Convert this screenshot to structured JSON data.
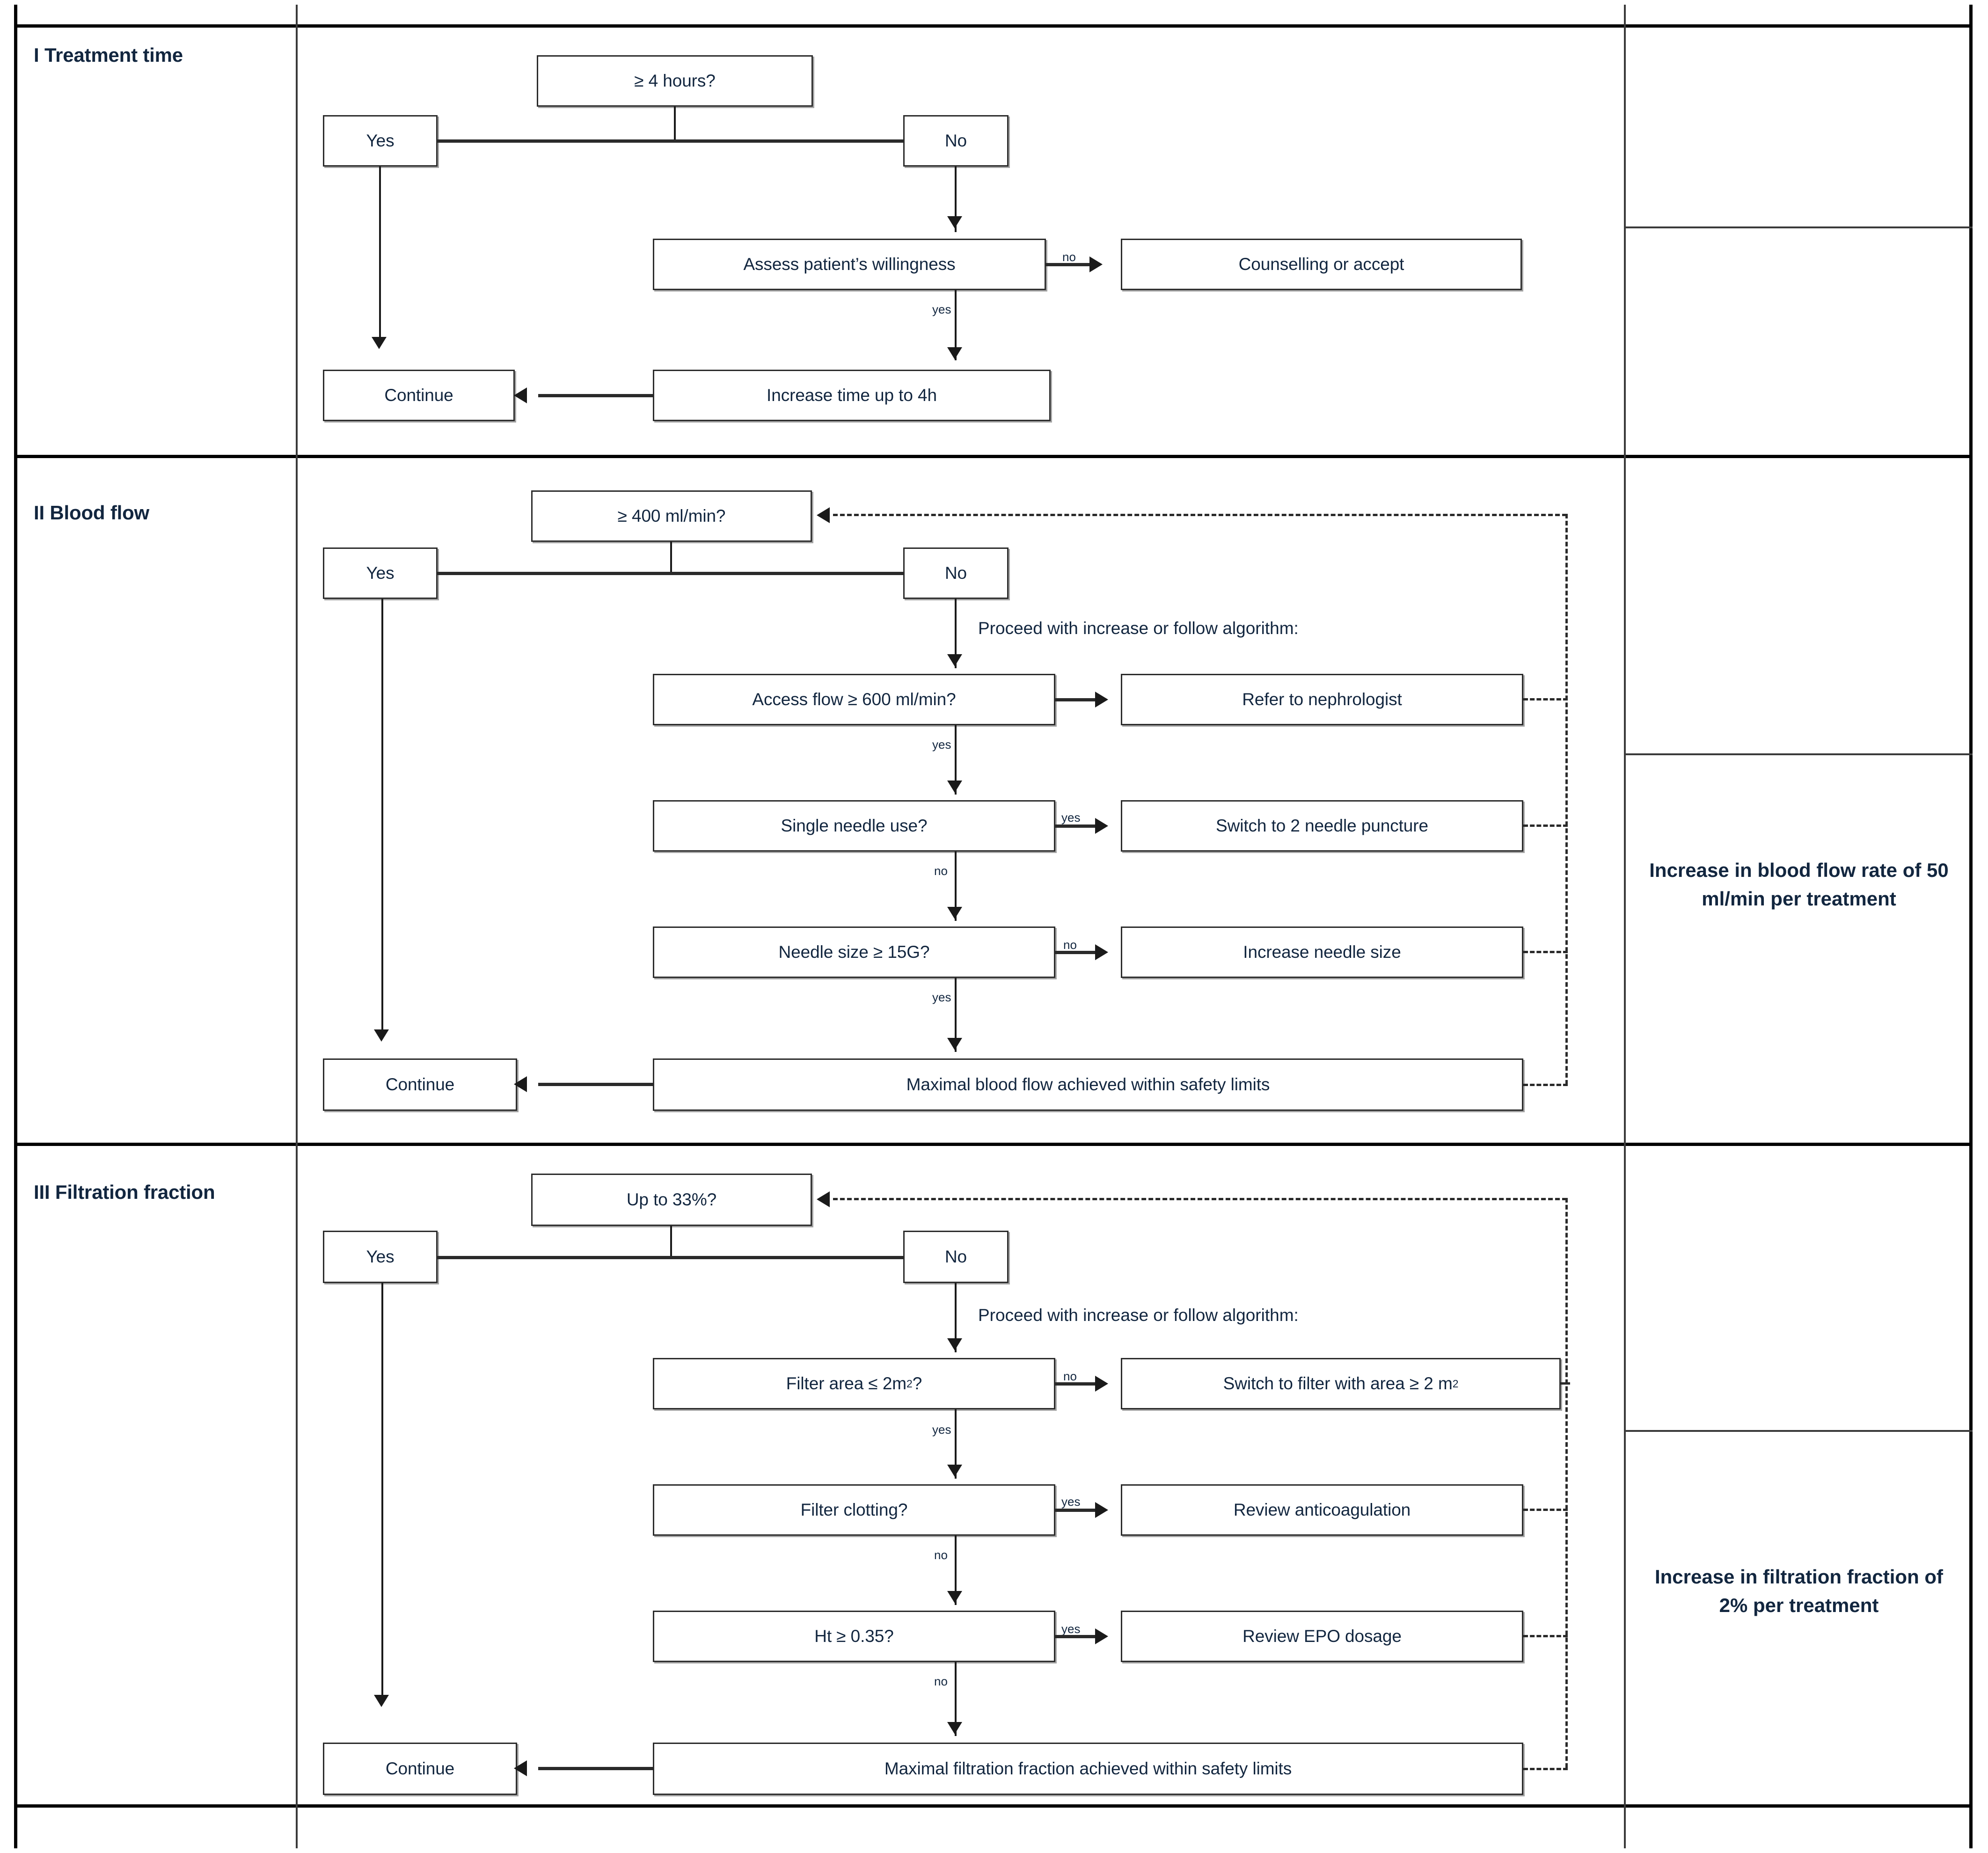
{
  "diagram": {
    "title_hidden": true,
    "sections": [
      {
        "id": "treatment-time",
        "label": "I Treatment time",
        "right_note": "",
        "decision": "≥ 4 hours?",
        "yes_label": "Yes",
        "no_label": "No",
        "continue_label": "Continue",
        "steps": [
          {
            "question": "Assess patient’s willingness",
            "edge": "no",
            "action": "Counselling or accept"
          },
          {
            "question": "Increase time up to 4h",
            "edge": "yes",
            "action": ""
          }
        ],
        "edge_down_1": "yes"
      },
      {
        "id": "blood-flow",
        "label": "II Blood flow",
        "right_note": "Increase in blood flow rate of 50 ml/min per treatment",
        "decision": "≥ 400 ml/min?",
        "yes_label": "Yes",
        "no_label": "No",
        "continue_label": "Continue",
        "caption": "Proceed with increase or follow algorithm:",
        "steps": [
          {
            "question": "Access flow ≥ 600 ml/min?",
            "side_edge": "",
            "action": "Refer to nephrologist",
            "down_edge": "yes"
          },
          {
            "question": "Single needle use?",
            "side_edge": "yes",
            "action": "Switch to 2 needle puncture",
            "down_edge": "no"
          },
          {
            "question": "Needle size ≥ 15G?",
            "side_edge": "no",
            "action": "Increase needle size",
            "down_edge": "yes"
          }
        ],
        "terminal": "Maximal blood flow achieved within safety limits"
      },
      {
        "id": "filtration-fraction",
        "label": "III Filtration fraction",
        "right_note": "Increase in filtration fraction of 2% per treatment",
        "decision": "Up to 33%?",
        "yes_label": "Yes",
        "no_label": "No",
        "continue_label": "Continue",
        "caption": "Proceed with increase or follow algorithm:",
        "steps": [
          {
            "question": "Filter area ≤ 2m",
            "question_sup": "2",
            "question_tail": "?",
            "side_edge": "no",
            "action": "Switch to filter with area ≥ 2 m",
            "action_sup": "2",
            "down_edge": "yes"
          },
          {
            "question": "Filter clotting?",
            "side_edge": "yes",
            "action": "Review anticoagulation",
            "down_edge": "no"
          },
          {
            "question": "Ht ≥ 0.35?",
            "side_edge": "yes",
            "action": "Review EPO dosage",
            "down_edge": "no"
          }
        ],
        "terminal": "Maximal filtration fraction achieved within safety limits"
      }
    ],
    "colors": {
      "text": "#12263f",
      "border": "#2c2c2c",
      "frame": "#000000"
    }
  }
}
